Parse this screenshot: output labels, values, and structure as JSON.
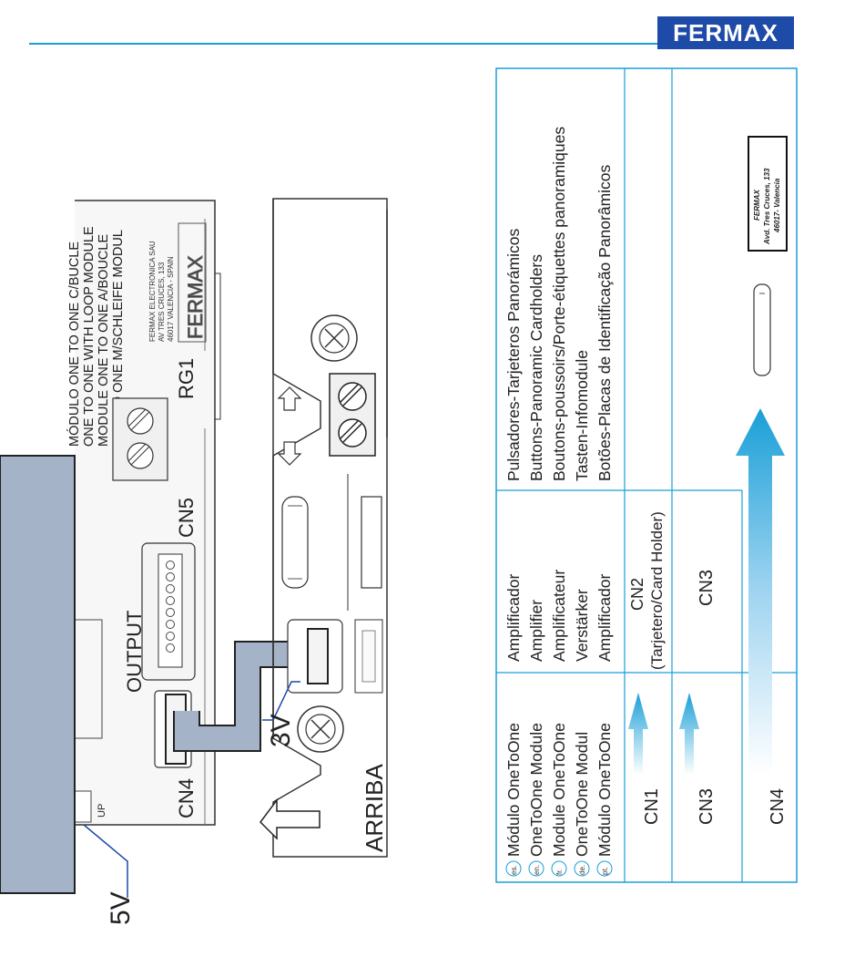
{
  "brand": {
    "logo": "FERMAX",
    "accent_color": "#1a9fd8",
    "logo_bg": "#1e4aa8"
  },
  "board": {
    "label_lines": [
      "MÓDULO ONE TO ONE C/BUCLE",
      "ONE TO ONE WITH LOOP MODULE",
      "MODULE ONE TO ONE A/BOUCLE",
      "ONE TO ONE M/SCHLEIFE MODUL"
    ],
    "maker_lines": [
      "FERMAX ELECTRONICA SAU",
      "AV TRES CRUCES, 133",
      "46017 VALENCIA - SPAIN"
    ],
    "maker_logo": "FERMAX",
    "rg1": "RG1",
    "cn5": "CN5",
    "output": "OUTPUT",
    "cn4": "CN4",
    "up": "UP",
    "v5": "5V",
    "v3": "3V",
    "arriba": "ARRIBA"
  },
  "table": {
    "languages": [
      "es.",
      "en.",
      "fr.",
      "de.",
      "pt."
    ],
    "col1_lines": [
      "Módulo OneToOne",
      "OneToOne Module",
      "Module OneToOne",
      "OneToOne Modul",
      "Módulo OneToOne"
    ],
    "col2_lines": [
      "Amplificador",
      "Amplifier",
      "Amplificateur",
      "Verstärker",
      "Amplificador"
    ],
    "col3_lines": [
      "Pulsadores-Tarjeteros Panorámicos",
      "Buttons-Panoramic Cardholders",
      "Boutons-poussoirs/Porte-étiquettes panoramiques",
      "Tasten-Infomodule",
      "Botões-Placas de Identificação Panorâmicos"
    ],
    "row_cn1_left": "CN1",
    "row_cn1_mid_1": "CN2",
    "row_cn1_mid_2": "(Tarjetero/Card Holder)",
    "row_cn3_left": "CN3",
    "row_cn3_mid": "CN3",
    "row_cn4_left": "CN4",
    "stamp_lines": [
      "FERMAX",
      "Avd. Tres Cruces, 133",
      "46017- Valencia"
    ]
  }
}
